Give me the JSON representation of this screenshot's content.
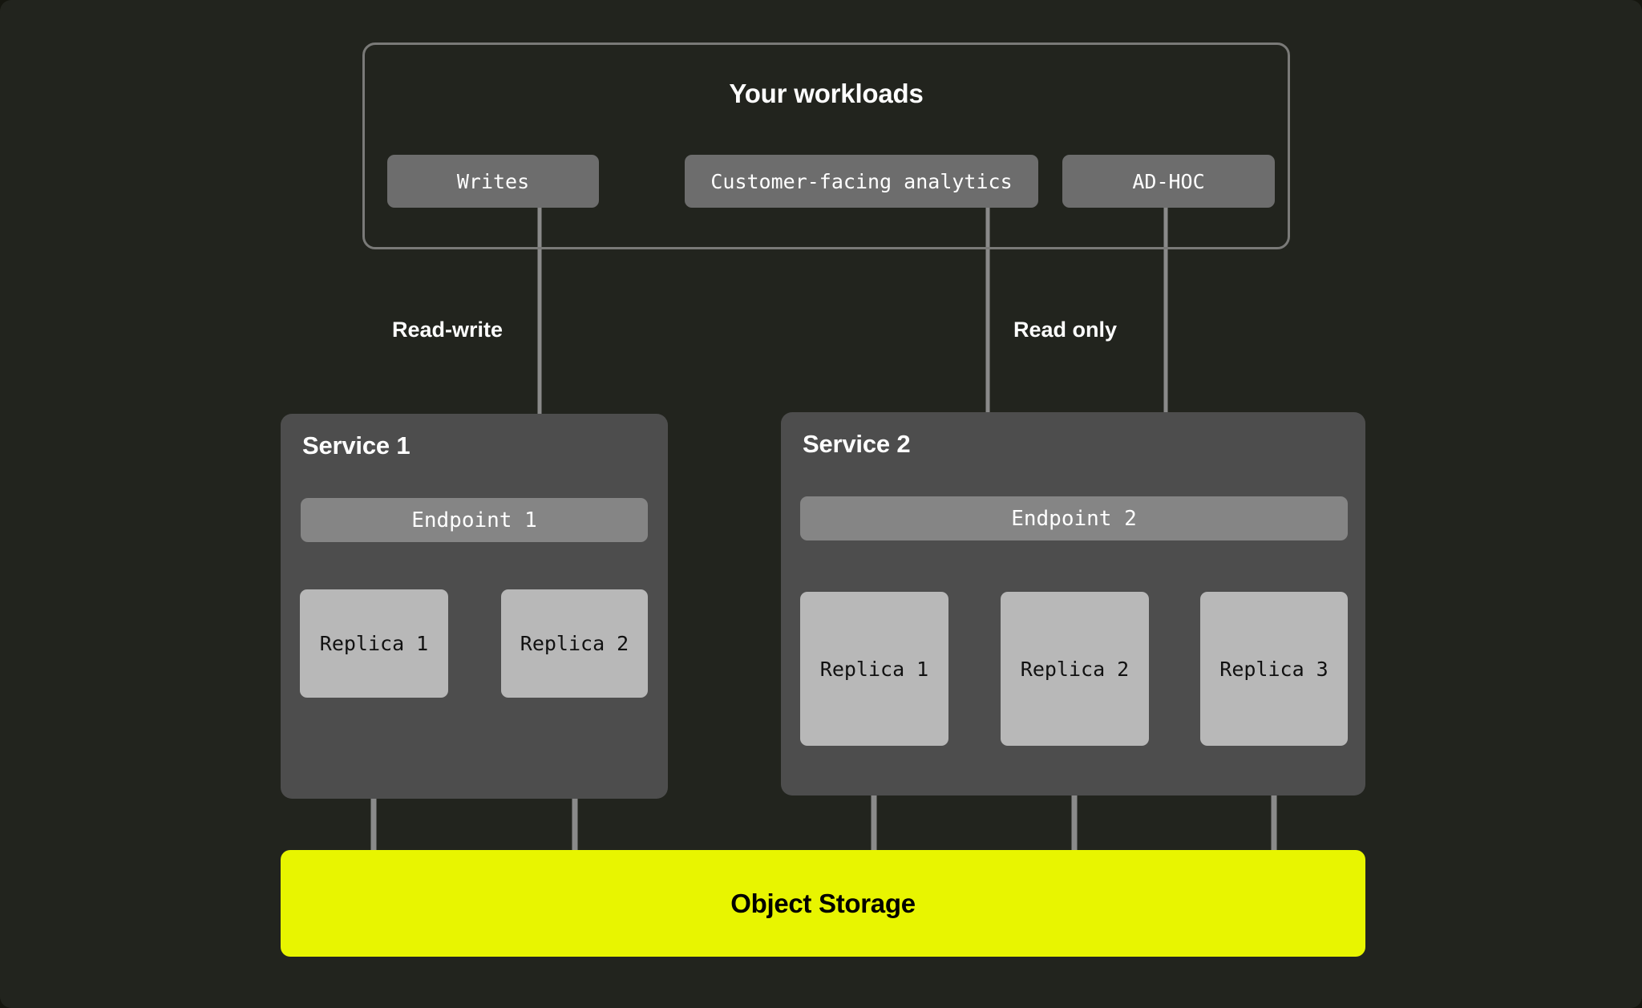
{
  "diagram": {
    "title": "Your workloads",
    "background_color": "#22241e",
    "accent_color": "#e8f500",
    "connector_color": "#8a8a8a"
  },
  "workloads": {
    "title": "Your workloads",
    "chips": [
      {
        "label": "Writes"
      },
      {
        "label": "Customer-facing analytics"
      },
      {
        "label": "AD-HOC"
      }
    ]
  },
  "edge_labels": {
    "read_write": "Read-write",
    "read_only": "Read only"
  },
  "services": [
    {
      "title": "Service 1",
      "endpoint": "Endpoint 1",
      "replicas": [
        {
          "label": "Replica 1"
        },
        {
          "label": "Replica 2"
        }
      ]
    },
    {
      "title": "Service 2",
      "endpoint": "Endpoint 2",
      "replicas": [
        {
          "label": "Replica 1"
        },
        {
          "label": "Replica 2"
        },
        {
          "label": "Replica 3"
        }
      ]
    }
  ],
  "storage": {
    "label": "Object Storage",
    "color": "#e8f500"
  }
}
